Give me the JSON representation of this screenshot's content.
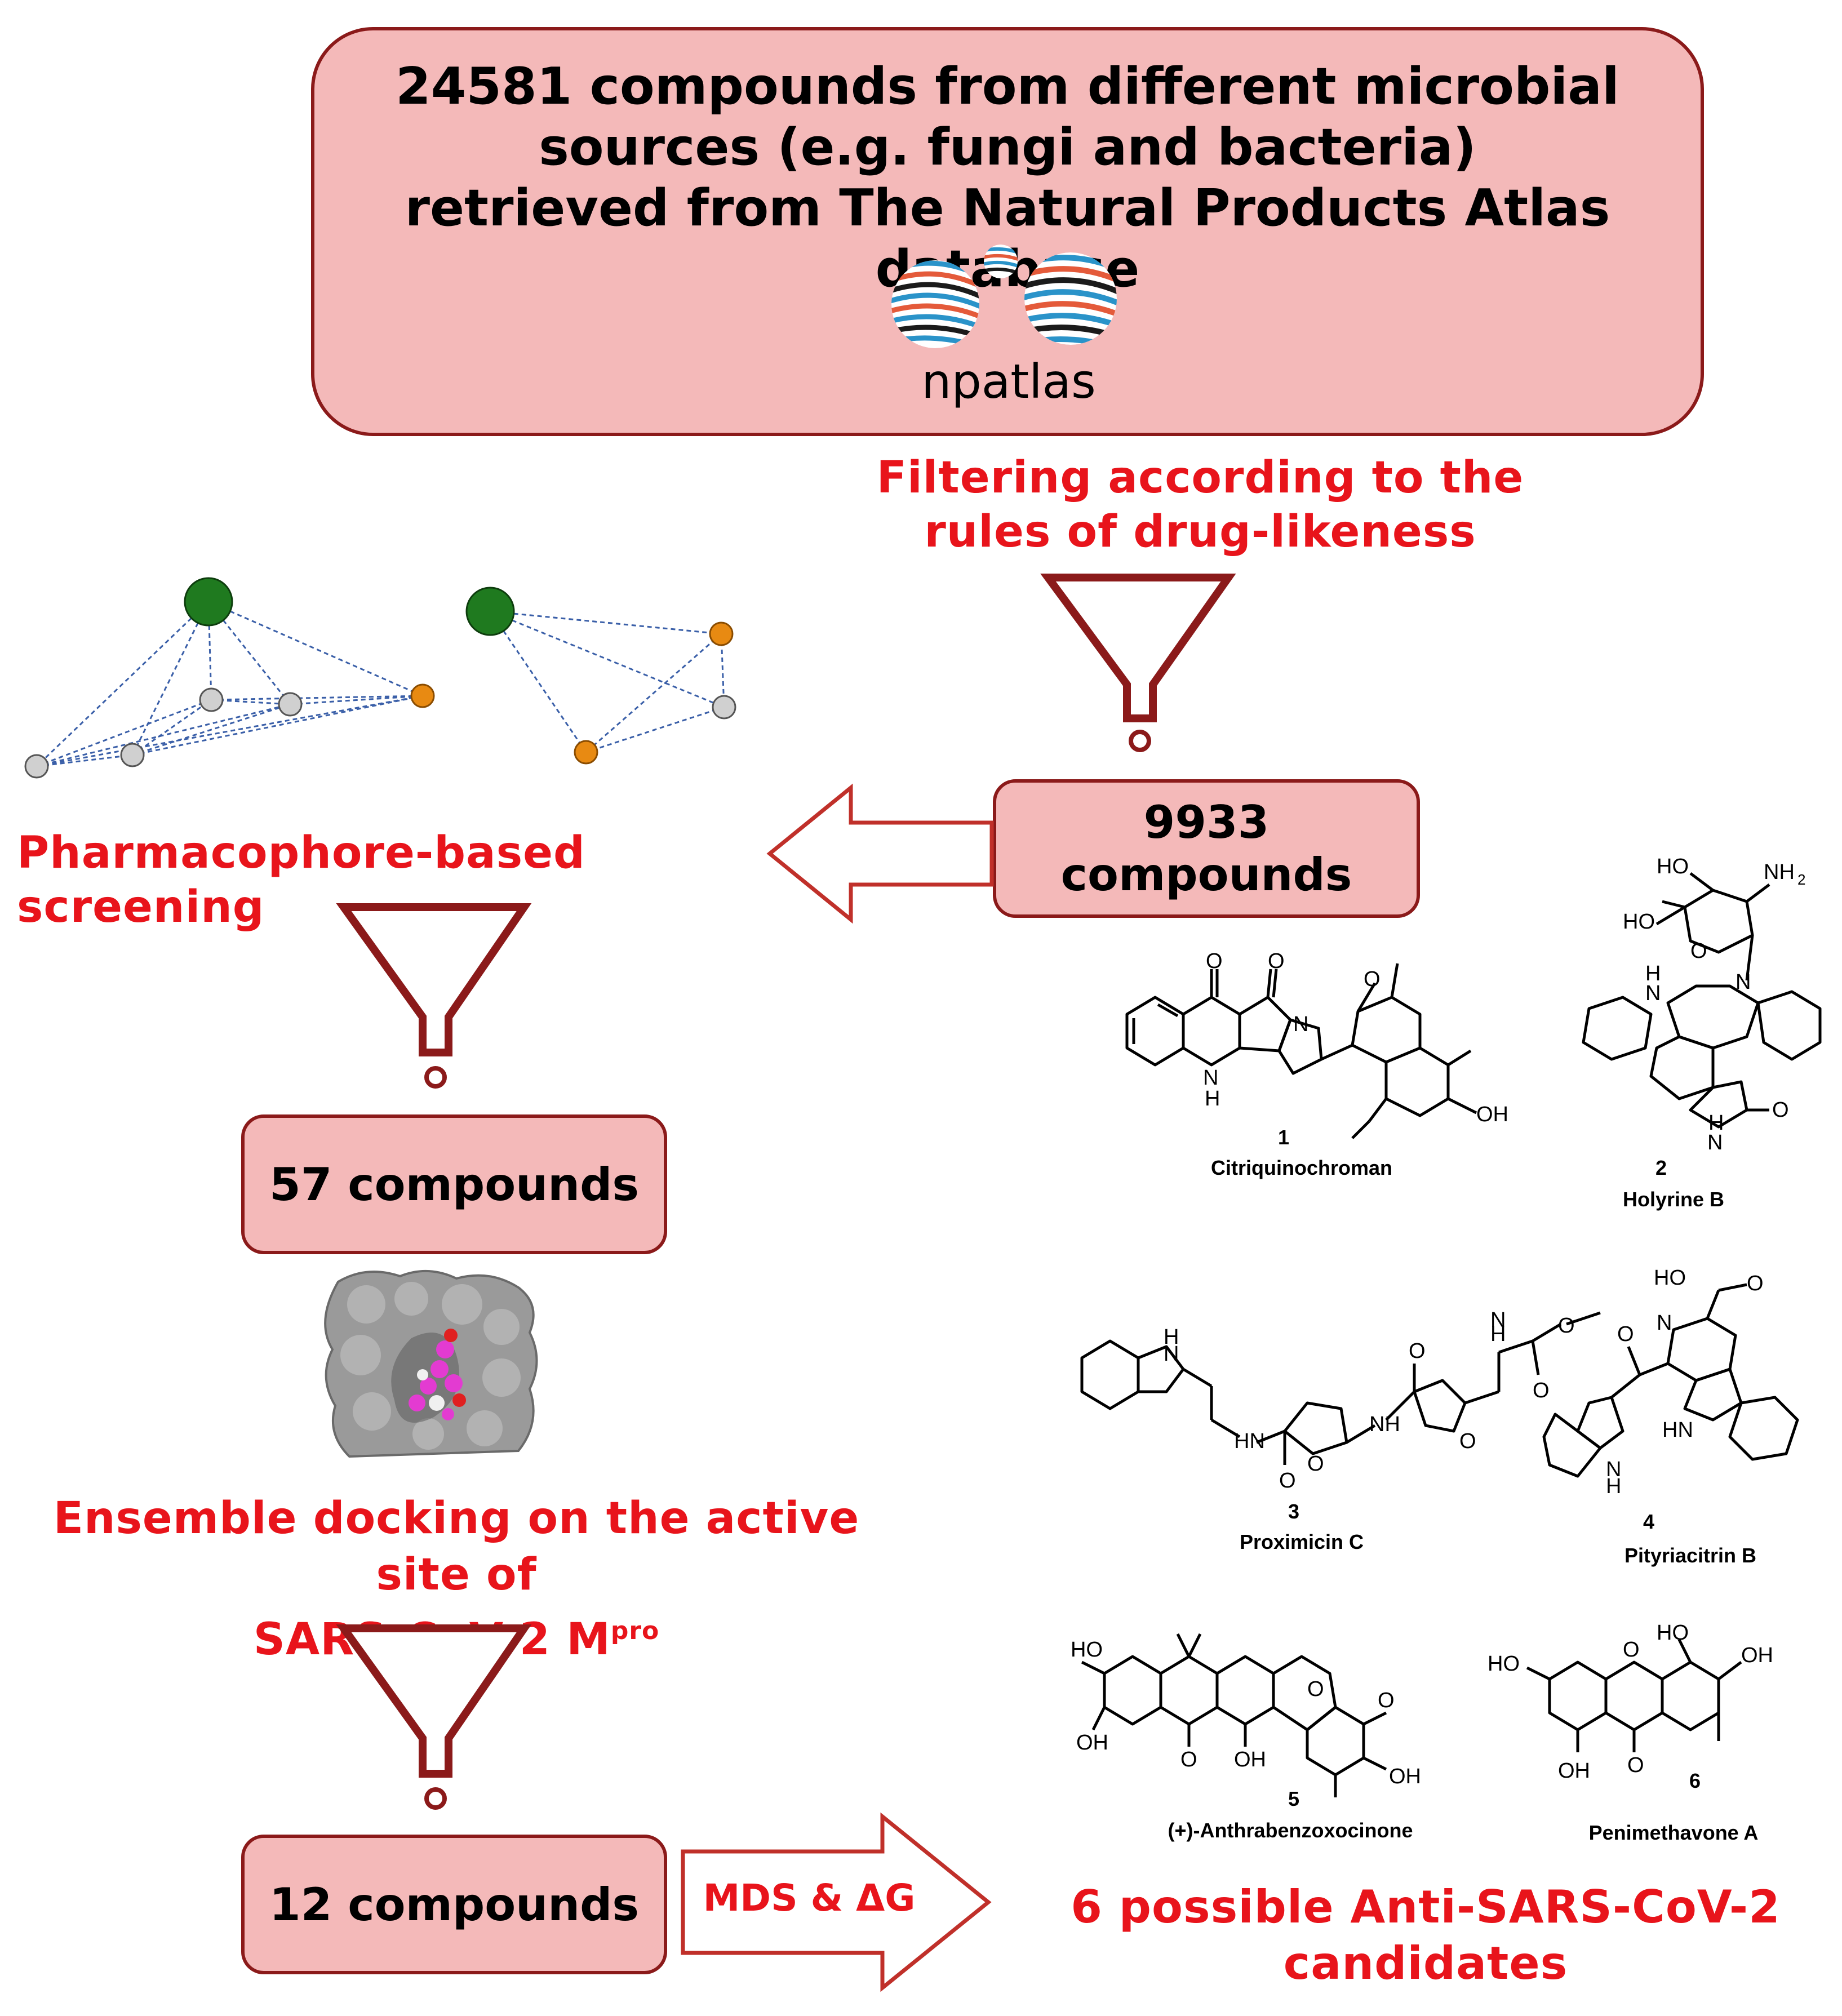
{
  "top_box": {
    "line1": "24581  compounds from different microbial",
    "line2": "sources  (e.g. fungi and bacteria)",
    "line3": "retrieved from The Natural Products Atlas database",
    "logo_text": "npatlas"
  },
  "filter_step1": {
    "line1": "Filtering according to the",
    "line2": "rules of drug-likeness"
  },
  "box_9933": "9933 compounds",
  "pharmacophore_label": "Pharmacophore-based screening",
  "box_57": "57 compounds",
  "docking_label": {
    "line1": "Ensemble docking on the active site of",
    "line2": "SARS-CoV-2 M",
    "sup": "pro"
  },
  "box_12": "12 compounds",
  "mds_arrow_label": "MDS & ΔG",
  "result_label": {
    "line1": "6 possible Anti-SARS-CoV-2",
    "line2": "candidates"
  },
  "compounds": [
    {
      "number": "1",
      "name": "Citriquinochroman"
    },
    {
      "number": "2",
      "name": "Holyrine B"
    },
    {
      "number": "3",
      "name": "Proximicin C"
    },
    {
      "number": "4",
      "name": "Pityriacitrin B"
    },
    {
      "number": "5",
      "name": "(+)-Anthrabenzoxocinone"
    },
    {
      "number": "6",
      "name": "Penimethavone A"
    }
  ],
  "colors": {
    "box_fill": "#f4b9b9",
    "box_border": "#8b1a1a",
    "accent_red": "#e8141b"
  }
}
